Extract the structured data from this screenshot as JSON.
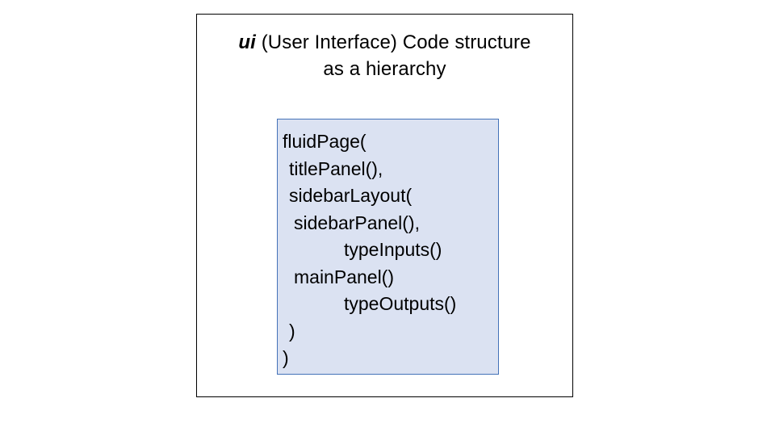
{
  "slide": {
    "background_color": "#ffffff",
    "frame_border_color": "#000000"
  },
  "title": {
    "emphasis_token": "ui",
    "line1_rest": " (User Interface) Code structure",
    "line2": "as a hierarchy",
    "full_text": "ui (User Interface) Code structure as a hierarchy"
  },
  "code_box": {
    "fill_color": "#DBE2F2",
    "border_color": "#4472B8",
    "lines": [
      {
        "text": "fluidPage(",
        "indent": 0
      },
      {
        "text": "titlePanel(),",
        "indent": 1
      },
      {
        "text": "sidebarLayout(",
        "indent": 1
      },
      {
        "text": "sidebarPanel(),",
        "indent": 2
      },
      {
        "text": "typeInputs()",
        "indent": 6
      },
      {
        "text": "mainPanel()",
        "indent": 2
      },
      {
        "text": "typeOutputs()",
        "indent": 6
      },
      {
        "text": ")",
        "indent": 1
      },
      {
        "text": ")",
        "indent": 0
      }
    ]
  }
}
